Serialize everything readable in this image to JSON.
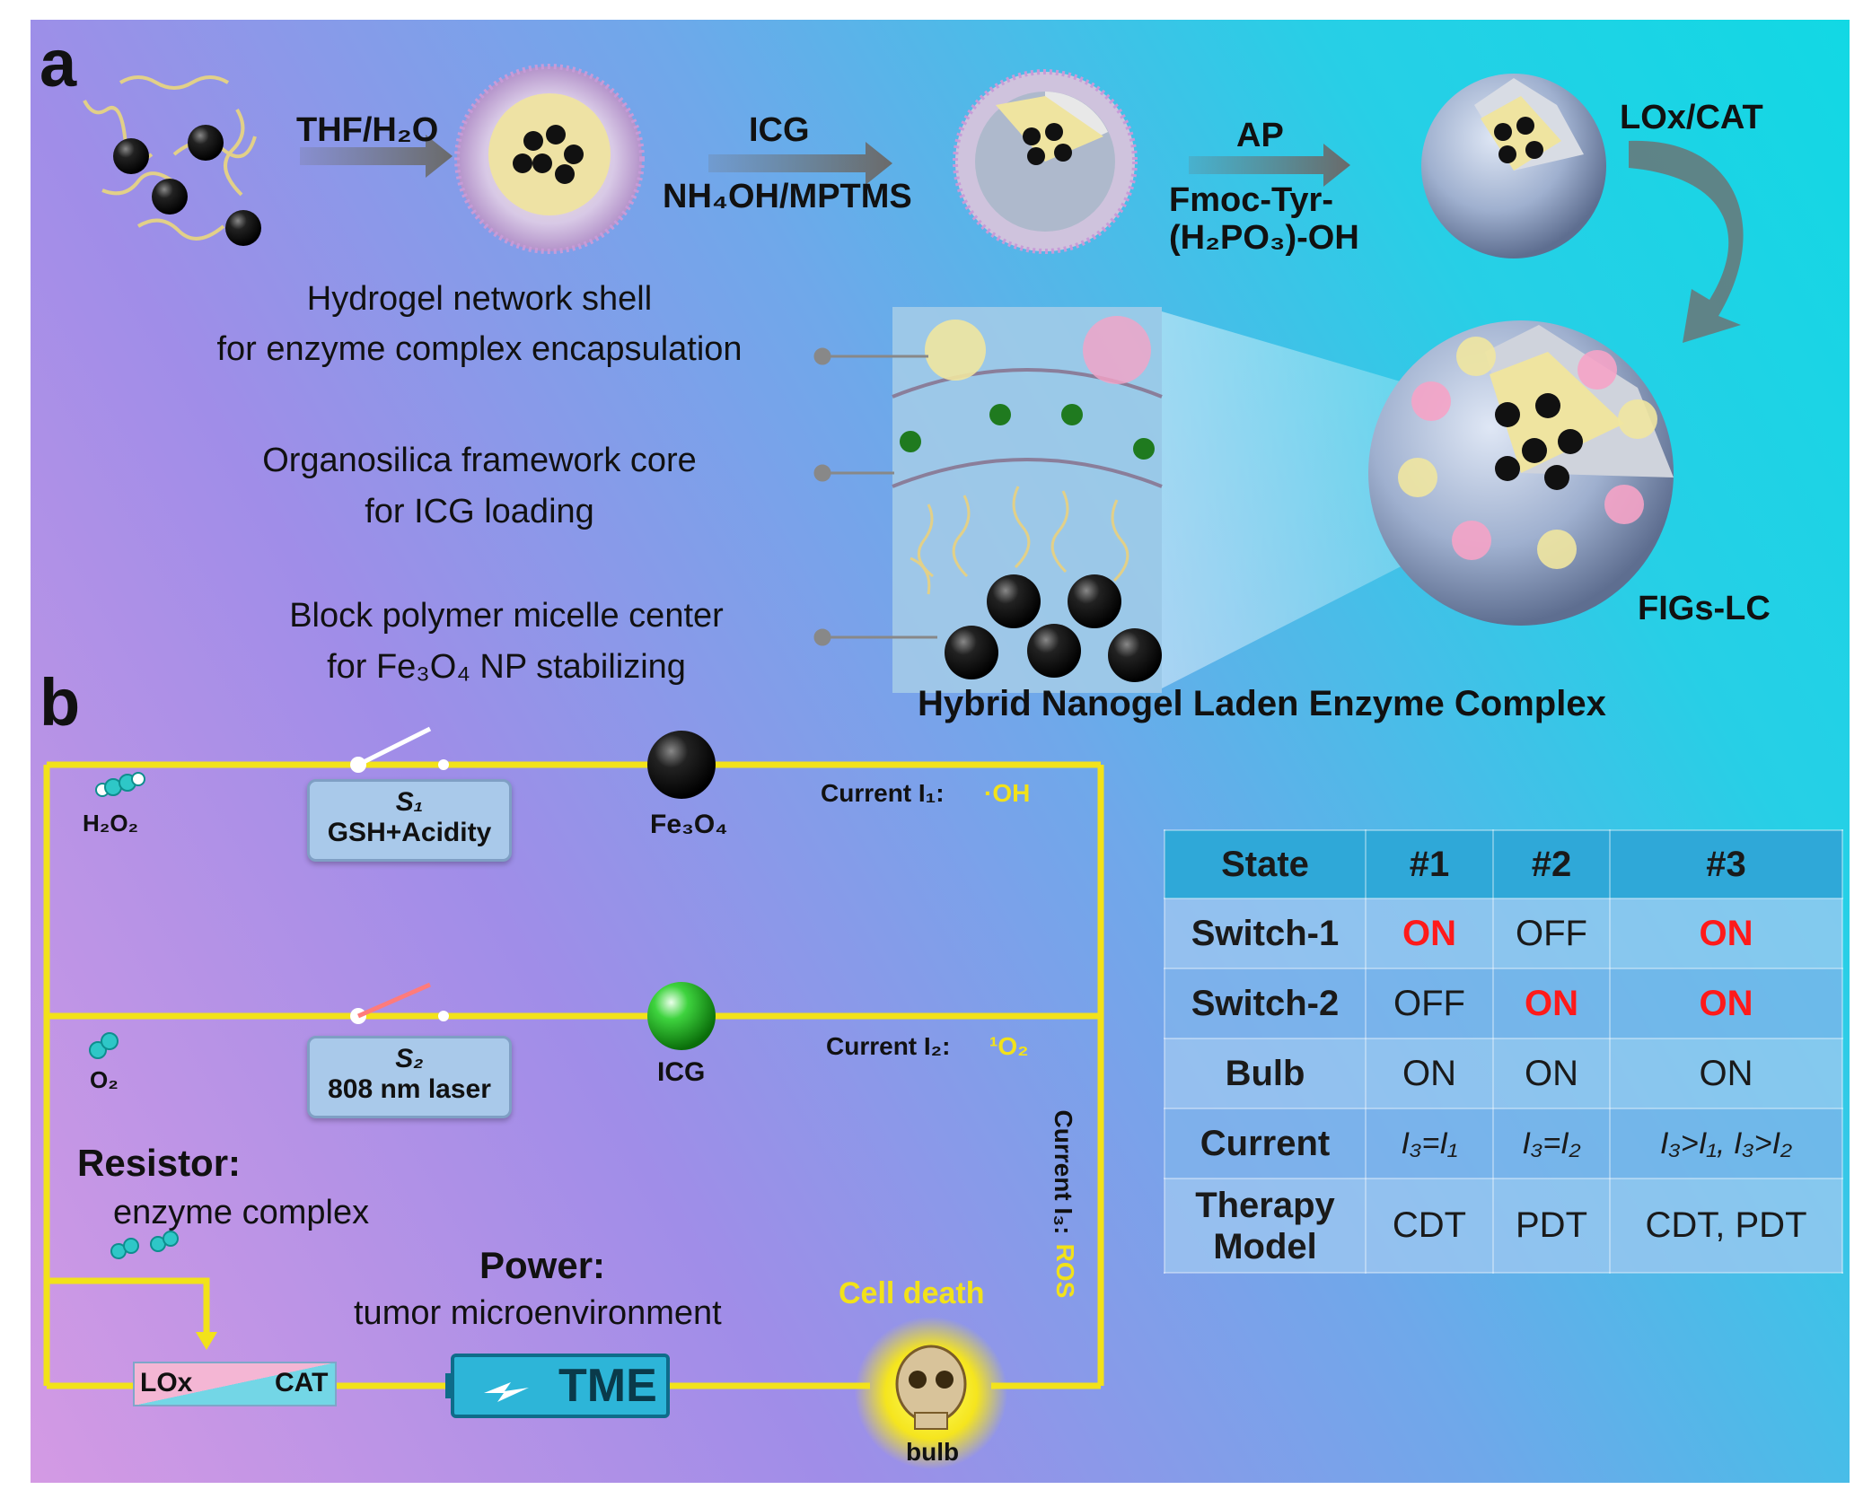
{
  "panels": {
    "a": "a",
    "b": "b"
  },
  "panel_a": {
    "step1": "THF/H₂O",
    "step2_top": "ICG",
    "step2_bottom": "NH₄OH/MPTMS",
    "step3_top": "AP",
    "step3_bottom1": "Fmoc-Tyr-",
    "step3_bottom2": "(H₂PO₃)-OH",
    "step4": "LOx/CAT",
    "shell_line1": "Hydrogel network shell",
    "shell_line2": "for enzyme complex encapsulation",
    "core_line1": "Organosilica framework core",
    "core_line2": "for ICG loading",
    "center_line1": "Block polymer micelle center",
    "center_line2": "for Fe₃O₄ NP stabilizing",
    "product": "FIGs-LC",
    "caption": "Hybrid Nanogel Laden Enzyme Complex"
  },
  "panel_b": {
    "h2o2": "H₂O₂",
    "o2": "O₂",
    "s1_title": "S₁",
    "s1_sub": "GSH+Acidity",
    "s2_title": "S₂",
    "s2_sub": "808 nm laser",
    "fe3o4": "Fe₃O₄",
    "icg": "ICG",
    "current1_label": "Current I₁:",
    "current1_value": "·OH",
    "current2_label": "Current I₂:",
    "current2_value": "¹O₂",
    "current3_label": "Current I₃:",
    "current3_value": "ROS",
    "resistor_title": "Resistor:",
    "resistor_sub": "enzyme complex",
    "power_title": "Power:",
    "power_sub": "tumor microenvironment",
    "lox": "LOx",
    "cat": "CAT",
    "tme": "TME",
    "cell_death": "Cell death",
    "bulb": "bulb"
  },
  "table": {
    "headers": [
      "State",
      "#1",
      "#2",
      "#3"
    ],
    "rows": [
      {
        "label": "Switch-1",
        "cells": [
          "ON",
          "OFF",
          "ON"
        ]
      },
      {
        "label": "Switch-2",
        "cells": [
          "OFF",
          "ON",
          "ON"
        ]
      },
      {
        "label": "Bulb",
        "cells": [
          "ON",
          "ON",
          "ON"
        ]
      },
      {
        "label": "Current",
        "cells": [
          "I₃=I₁",
          "I₃=I₂",
          "I₃>I₁, I₃>I₂"
        ]
      },
      {
        "label": "Therapy Model",
        "cells": [
          "CDT",
          "PDT",
          "CDT, PDT"
        ]
      }
    ]
  },
  "colors": {
    "wire": "#f2e21a",
    "highlight_on": "#ff1a1a",
    "ros_text": "#f2e21a"
  }
}
